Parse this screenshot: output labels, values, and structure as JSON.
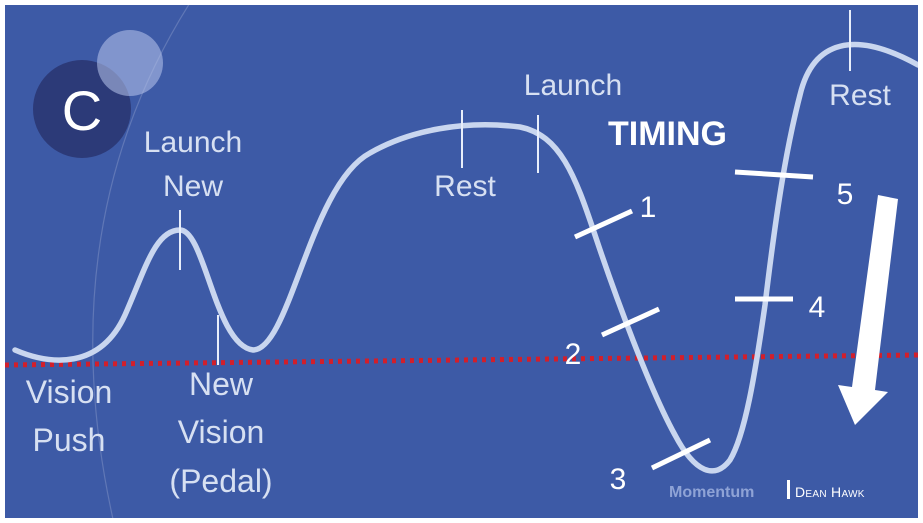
{
  "colors": {
    "background": "#3d5aa6",
    "curve": "#c9d6ef",
    "marker": "#ffffff",
    "tick": "#e8eefa",
    "label": "#d7e0f2",
    "baseline": "#d21f2b",
    "logo_dark": "#2c3a78",
    "logo_light": "#b9c6ec"
  },
  "logo": {
    "letter": "C"
  },
  "title": "TIMING",
  "labels": {
    "launch_new_1": "Launch",
    "launch_new_2": "New",
    "rest_1": "Rest",
    "launch": "Launch",
    "rest_2": "Rest",
    "vision_push_1": "Vision",
    "vision_push_2": "Push",
    "new_vision_1": "New",
    "new_vision_2": "Vision",
    "new_vision_3": "(Pedal)"
  },
  "steps": [
    "1",
    "2",
    "3",
    "4",
    "5"
  ],
  "arrow_icon": "down-arrow-icon",
  "brand": {
    "name": "Momentum",
    "separator": "|",
    "author": "Dean Hawk"
  }
}
